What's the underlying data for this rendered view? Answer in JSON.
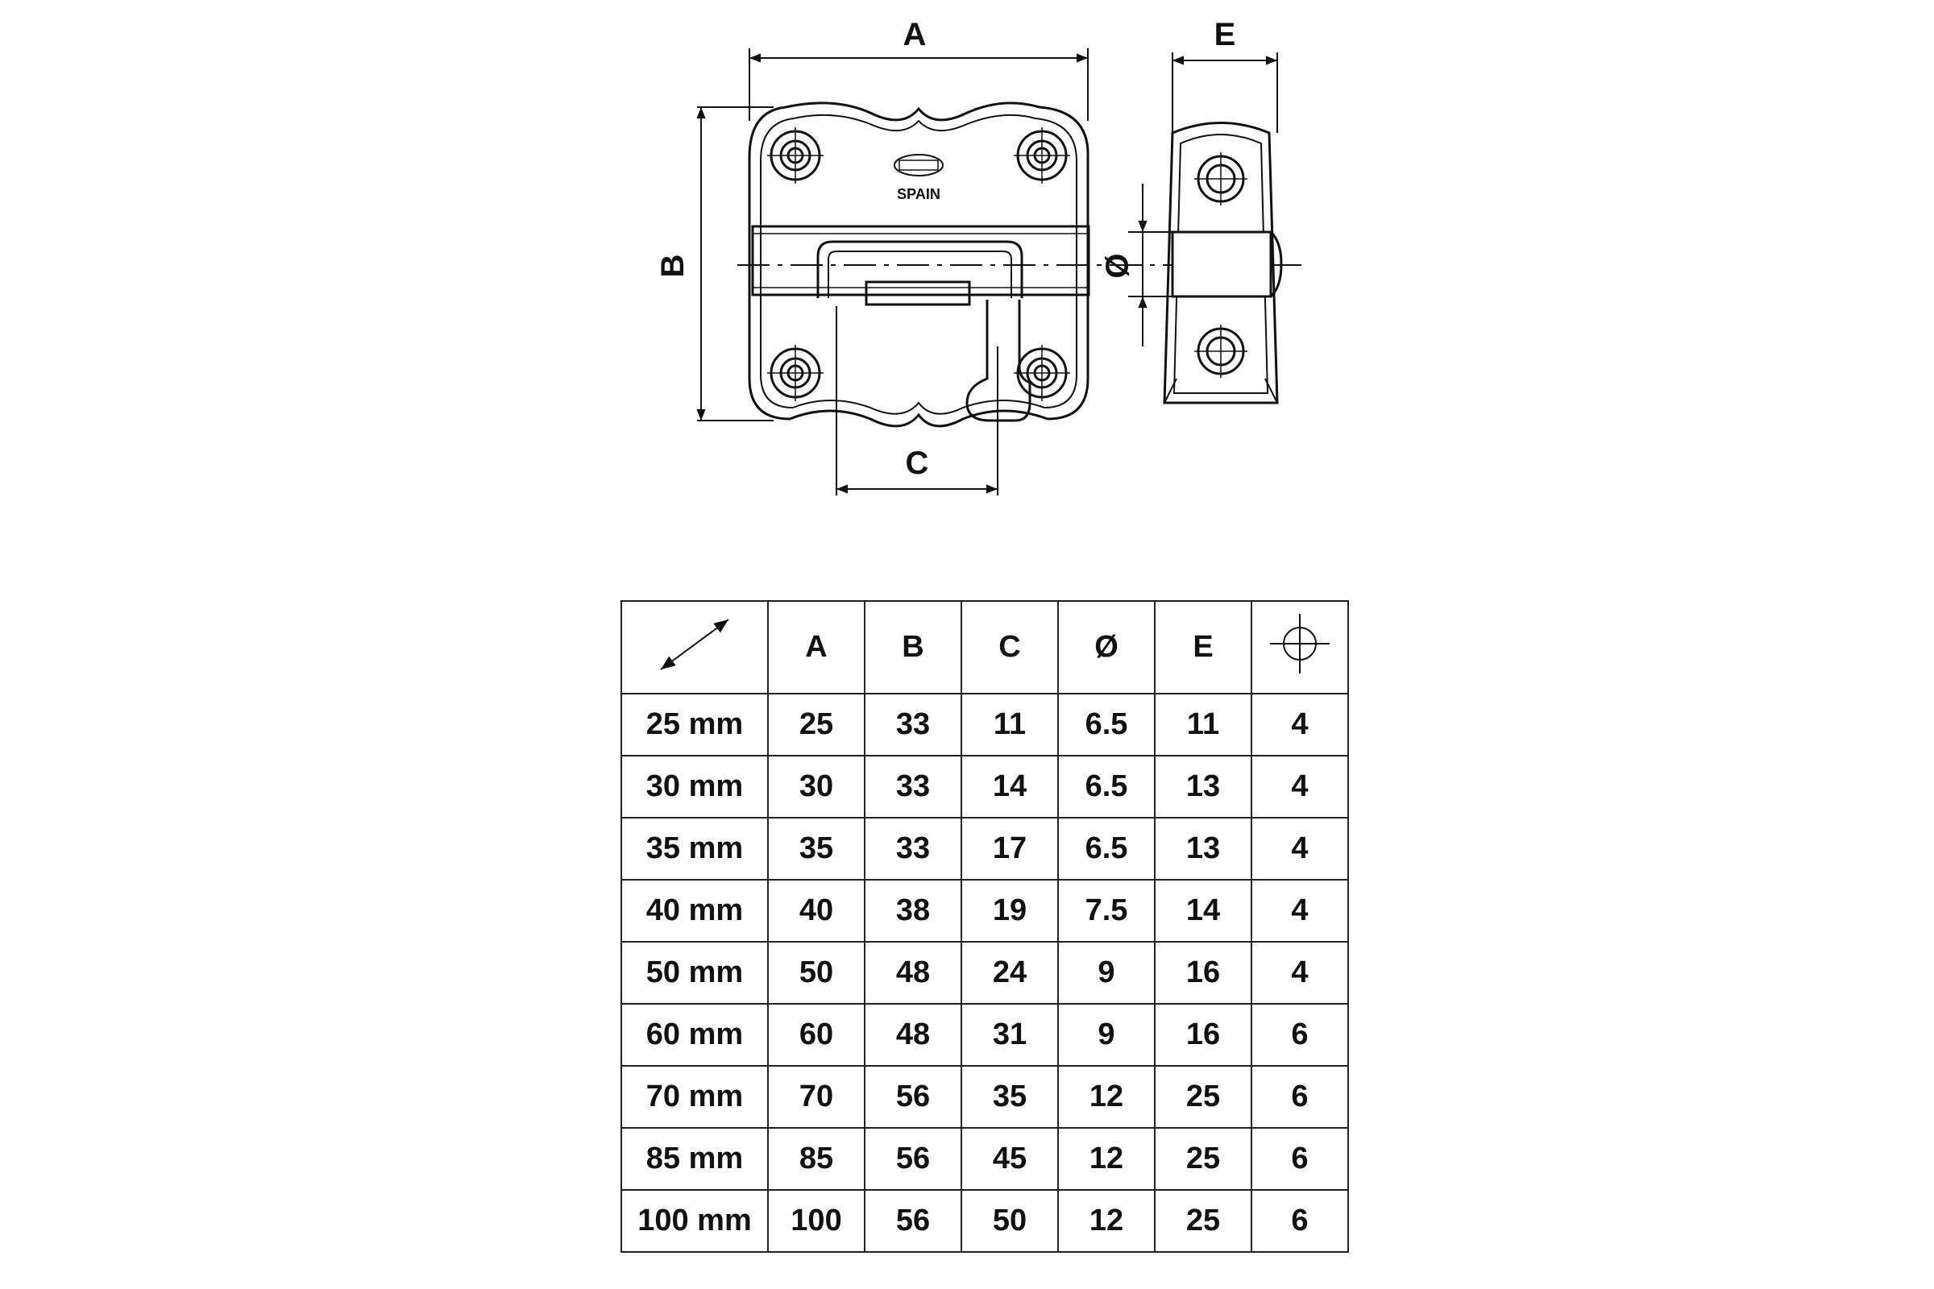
{
  "drawing": {
    "dim_a": "A",
    "dim_b": "B",
    "dim_c": "C",
    "dim_e": "E",
    "dim_diameter": "Ø",
    "logo_text": "SPAIN"
  },
  "table": {
    "headers": [
      "A",
      "B",
      "C",
      "Ø",
      "E"
    ],
    "header_size_icon": "diagonal-arrow-icon",
    "header_screw_icon": "crosshair-screw-icon",
    "rows": [
      {
        "size": "25 mm",
        "a": "25",
        "b": "33",
        "c": "11",
        "d": "6.5",
        "e": "11",
        "screws": "4"
      },
      {
        "size": "30 mm",
        "a": "30",
        "b": "33",
        "c": "14",
        "d": "6.5",
        "e": "13",
        "screws": "4"
      },
      {
        "size": "35 mm",
        "a": "35",
        "b": "33",
        "c": "17",
        "d": "6.5",
        "e": "13",
        "screws": "4"
      },
      {
        "size": "40 mm",
        "a": "40",
        "b": "38",
        "c": "19",
        "d": "7.5",
        "e": "14",
        "screws": "4"
      },
      {
        "size": "50 mm",
        "a": "50",
        "b": "48",
        "c": "24",
        "d": "9",
        "e": "16",
        "screws": "4"
      },
      {
        "size": "60 mm",
        "a": "60",
        "b": "48",
        "c": "31",
        "d": "9",
        "e": "16",
        "screws": "6"
      },
      {
        "size": "70 mm",
        "a": "70",
        "b": "56",
        "c": "35",
        "d": "12",
        "e": "25",
        "screws": "6"
      },
      {
        "size": "85 mm",
        "a": "85",
        "b": "56",
        "c": "45",
        "d": "12",
        "e": "25",
        "screws": "6"
      },
      {
        "size": "100 mm",
        "a": "100",
        "b": "56",
        "c": "50",
        "d": "12",
        "e": "25",
        "screws": "6"
      }
    ]
  }
}
